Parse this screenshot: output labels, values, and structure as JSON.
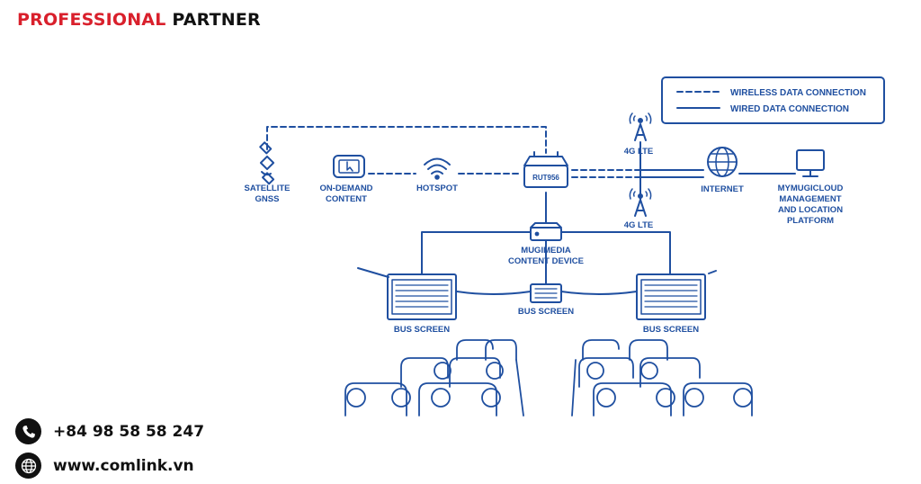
{
  "brand": {
    "part1": "PROFESSIONAL",
    "part2": "PARTNER"
  },
  "contact": {
    "phone": "+84 98 58 58 247",
    "website": "www.comlink.vn"
  },
  "legend": {
    "wireless": "WIRELESS DATA CONNECTION",
    "wired": "WIRED DATA CONNECTION"
  },
  "nodes": {
    "satellite": [
      "SATELLITE",
      "GNSS"
    ],
    "ondemand": [
      "ON-DEMAND",
      "CONTENT"
    ],
    "hotspot": "HOTSPOT",
    "router": "RUT956",
    "lte_top": "4G LTE",
    "lte_bottom": "4G LTE",
    "internet": "INTERNET",
    "cloud": [
      "MYMUGICLOUD",
      "MANAGEMENT",
      "AND LOCATION",
      "PLATFORM"
    ],
    "mugimedia": [
      "MUGIMEDIA",
      "CONTENT DEVICE"
    ],
    "bus_screen_left": "BUS SCREEN",
    "bus_screen_center": "BUS SCREEN",
    "bus_screen_right": "BUS SCREEN"
  },
  "colors": {
    "accent": "#1f4fa0",
    "brand_red": "#d9202c"
  }
}
